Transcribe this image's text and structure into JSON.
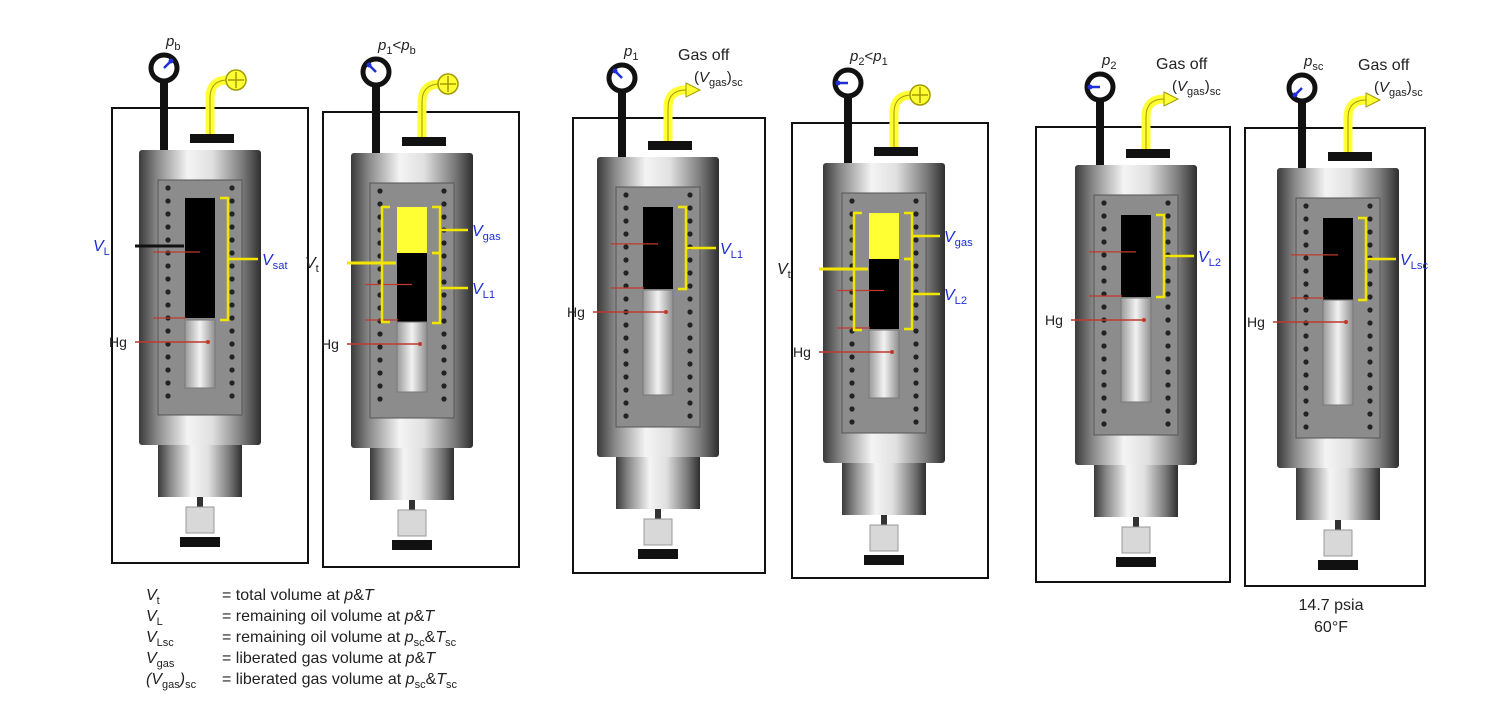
{
  "colors": {
    "blue_label": "#1f2fd6",
    "bracket_yellow": "#f2e600",
    "gas_fill": "#ffff33",
    "oil_fill": "#000000",
    "mercury_red": "#c0392b",
    "frame": "#111111"
  },
  "cells": [
    {
      "gauge_sub": "b",
      "pressure_prefix": "p",
      "pressure_rel": "",
      "valve": "closed",
      "gas_off_text": "",
      "gas_off_v": "",
      "gas_off_sub": "",
      "side_label": "V",
      "side_sub": "L",
      "bracket_labels": [
        {
          "v": "V",
          "sub": "sat"
        }
      ],
      "hg": "Hg",
      "pointer": "up-right"
    },
    {
      "gauge_sub": "1",
      "pressure_prefix": "p",
      "pressure_rel": "<p",
      "pressure_rel_sub": "b",
      "valve": "closed",
      "gas_off_text": "",
      "gas_off_v": "",
      "gas_off_sub": "",
      "side_label": "V",
      "side_sub": "t",
      "bracket_labels": [
        {
          "v": "V",
          "sub": "gas"
        },
        {
          "v": "V",
          "sub": "L1"
        }
      ],
      "hg": "Hg",
      "pointer": "up-left"
    },
    {
      "gauge_sub": "1",
      "pressure_prefix": "p",
      "pressure_rel": "",
      "valve": "open",
      "gas_off_text": "Gas off",
      "gas_off_v": "(V",
      "gas_off_sub": "gas",
      "gas_off_tail": ")sc",
      "side_label": "",
      "side_sub": "",
      "bracket_labels": [
        {
          "v": "V",
          "sub": "L1"
        }
      ],
      "hg": "Hg",
      "pointer": "up-left"
    },
    {
      "gauge_sub": "2",
      "pressure_prefix": "p",
      "pressure_rel": "<p",
      "pressure_rel_sub": "1",
      "valve": "closed",
      "gas_off_text": "",
      "gas_off_v": "",
      "gas_off_sub": "",
      "side_label": "V",
      "side_sub": "t",
      "bracket_labels": [
        {
          "v": "V",
          "sub": "gas"
        },
        {
          "v": "V",
          "sub": "L2"
        }
      ],
      "hg": "Hg",
      "pointer": "left"
    },
    {
      "gauge_sub": "2",
      "pressure_prefix": "p",
      "pressure_rel": "",
      "valve": "open",
      "gas_off_text": "Gas off",
      "gas_off_v": "(V",
      "gas_off_sub": "gas",
      "gas_off_tail": ")sc",
      "side_label": "",
      "side_sub": "",
      "bracket_labels": [
        {
          "v": "V",
          "sub": "L2"
        }
      ],
      "hg": "Hg",
      "pointer": "left"
    },
    {
      "gauge_sub": "sc",
      "pressure_prefix": "p",
      "pressure_rel": "",
      "valve": "open",
      "gas_off_text": "Gas off",
      "gas_off_v": "(V",
      "gas_off_sub": "gas",
      "gas_off_tail": ")sc",
      "side_label": "",
      "side_sub": "",
      "bracket_labels": [
        {
          "v": "V",
          "sub": "Lsc"
        }
      ],
      "hg": "Hg",
      "pointer": "down-left"
    }
  ],
  "legend": [
    {
      "sym": "V",
      "sub": "t",
      "pre": "",
      "post": "",
      "desc": "= total volume at ",
      "desc_tail": "p&T"
    },
    {
      "sym": "V",
      "sub": "L",
      "pre": "",
      "post": "",
      "desc": "= remaining oil volume at ",
      "desc_tail": "p&T"
    },
    {
      "sym": "V",
      "sub": "Lsc",
      "pre": "",
      "post": "",
      "desc": "= remaining oil volume at ",
      "desc_tail": "psc&Tsc"
    },
    {
      "sym": "V",
      "sub": "gas",
      "pre": "",
      "post": "",
      "desc": "= liberated gas volume at ",
      "desc_tail": "p&T"
    },
    {
      "sym": "V",
      "sub": "gas",
      "pre": "(",
      "post": ")sc",
      "desc": "= liberated gas volume at ",
      "desc_tail": "psc&Tsc"
    }
  ],
  "standard_conditions": {
    "pressure": "14.7 psia",
    "temperature": "60°F"
  }
}
